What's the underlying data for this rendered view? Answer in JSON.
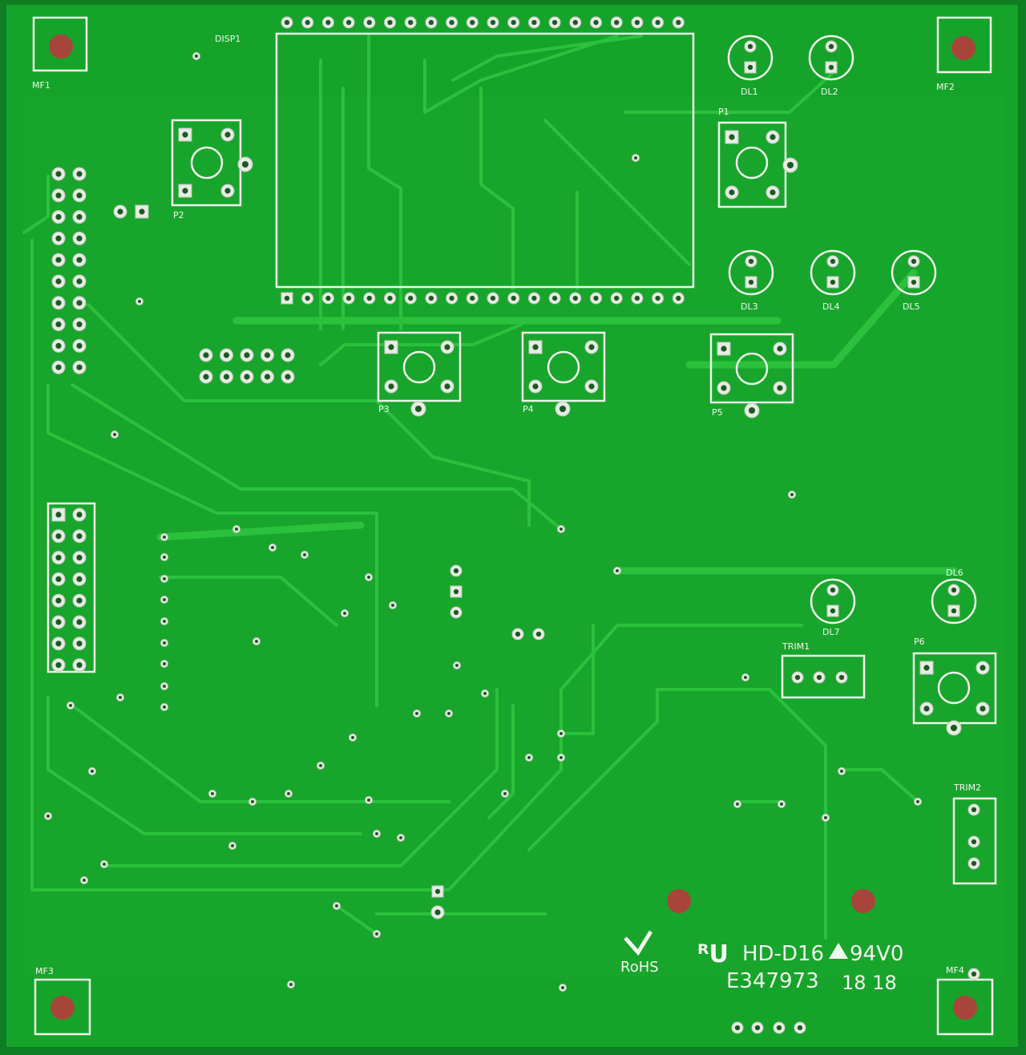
{
  "board": {
    "color": "#16a32a",
    "trace_color": "#2cc13d",
    "silkscreen_color": "#f2f7ef",
    "mounting_holes": [
      "MF1",
      "MF2",
      "MF3",
      "MF4"
    ],
    "display_label": "DISP1",
    "leds": [
      "DL1",
      "DL2",
      "DL3",
      "DL4",
      "DL5",
      "DL6",
      "DL7"
    ],
    "buttons": [
      "P1",
      "P2",
      "P3",
      "P4",
      "P5",
      "P6"
    ],
    "trimmers": [
      "TRIM1",
      "TRIM2"
    ],
    "markings": {
      "rohs": "RoHS",
      "manufacturer": "HD-D16",
      "flammability": "94V0",
      "ul_number": "E347973",
      "date_code": "18 18"
    }
  }
}
